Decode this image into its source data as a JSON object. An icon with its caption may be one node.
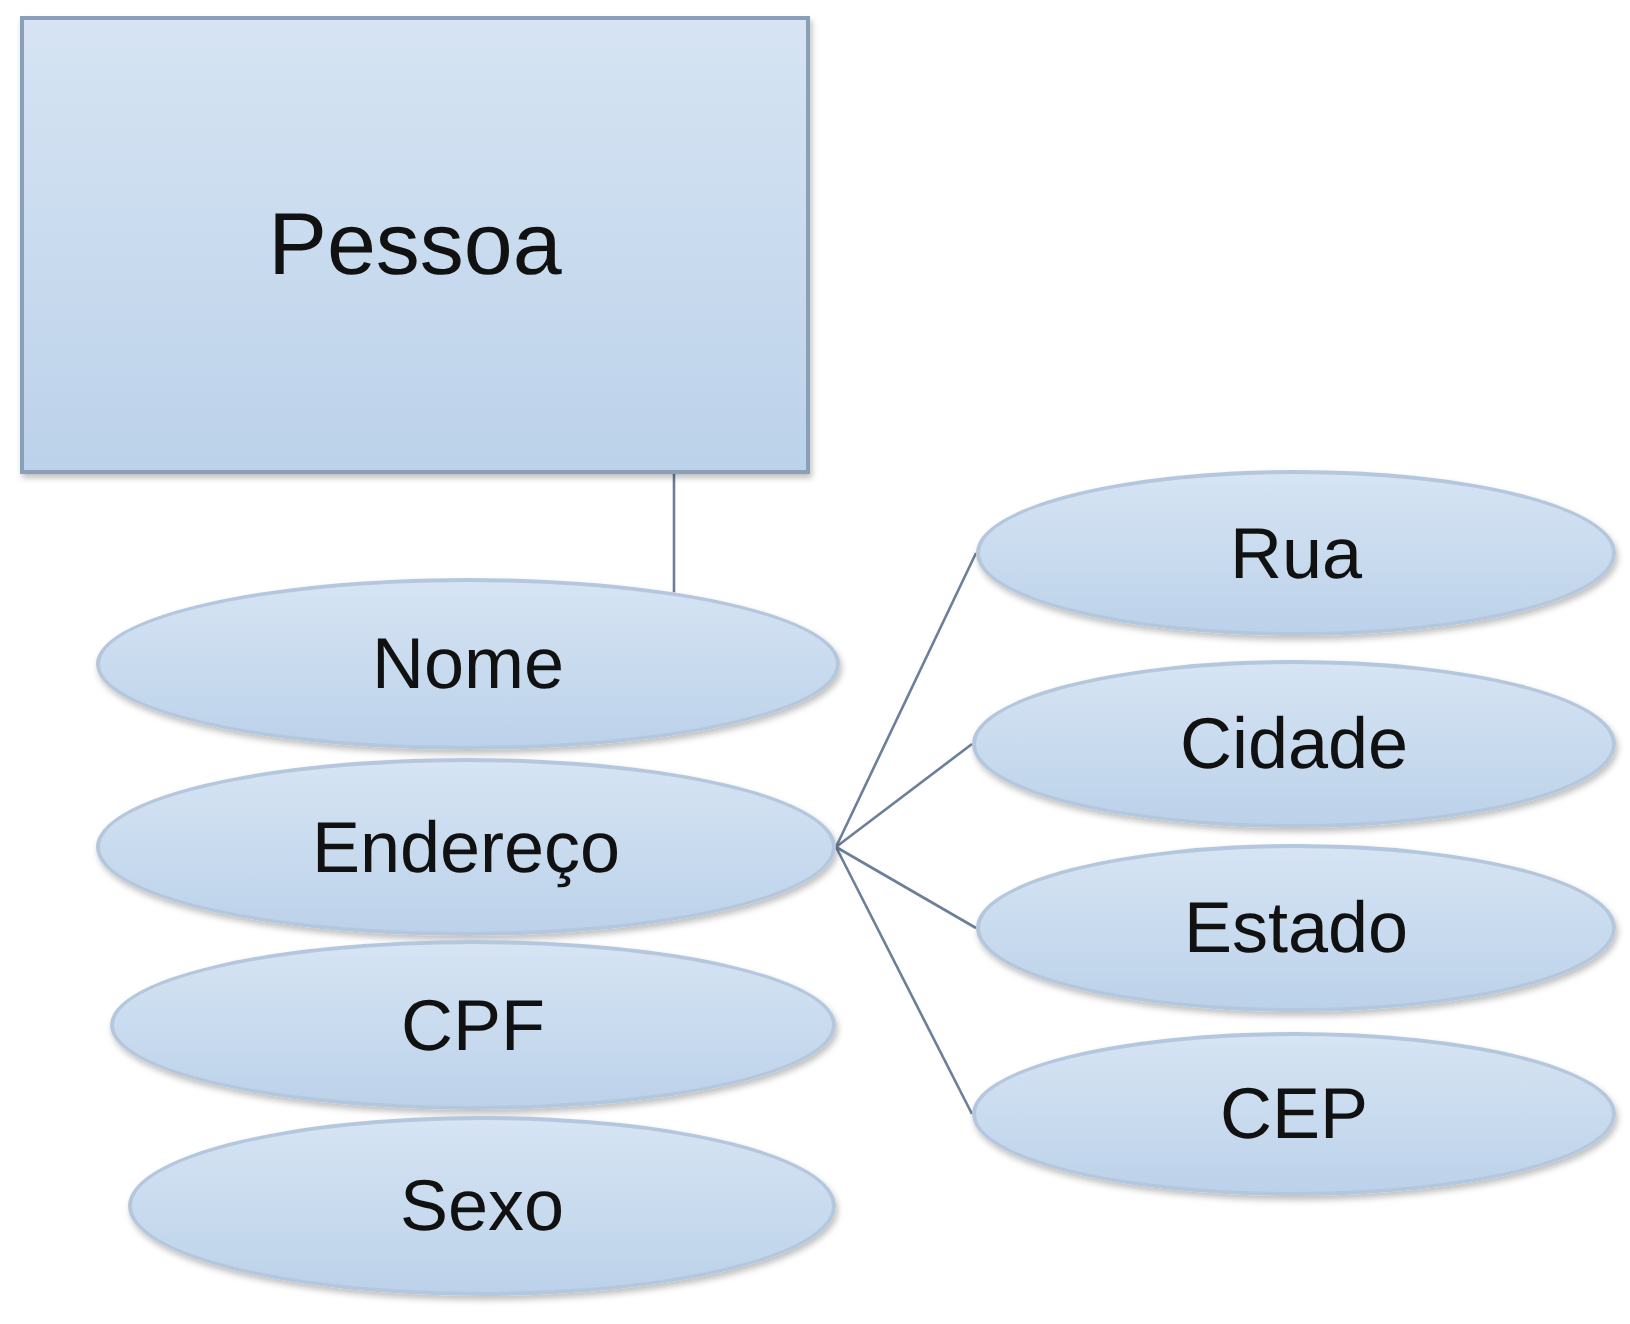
{
  "diagram": {
    "nodes": [
      {
        "text": [
          "Pessoa"
        ]
      },
      {
        "text": [
          "Nome"
        ]
      },
      {
        "text": [
          "Endereço"
        ]
      },
      {
        "text": [
          "CPF"
        ]
      },
      {
        "text": [
          "Sexo"
        ]
      },
      {
        "text": [
          "Rua"
        ]
      },
      {
        "text": [
          "Cidade"
        ]
      },
      {
        "text": [
          "Estado"
        ]
      },
      {
        "text": [
          "CEP"
        ]
      }
    ],
    "edges": [
      {
        "from": 0,
        "to": 1,
        "arrow": "none"
      },
      {
        "from": 2,
        "to": 5,
        "arrow": "none"
      },
      {
        "from": 2,
        "to": 6,
        "arrow": "none"
      },
      {
        "from": 2,
        "to": 7,
        "arrow": "none"
      },
      {
        "from": 2,
        "to": 8,
        "arrow": "none"
      }
    ]
  }
}
